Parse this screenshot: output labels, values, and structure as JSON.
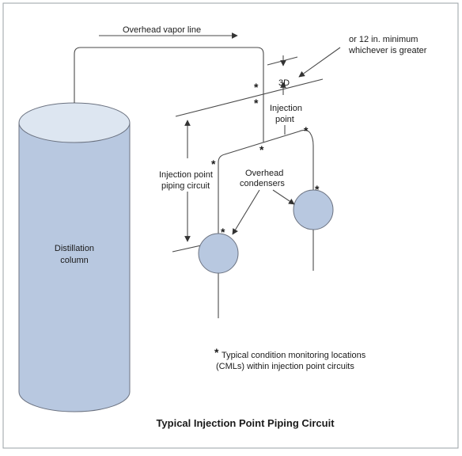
{
  "colors": {
    "vessel_fill": "#b8c8e0",
    "vessel_top": "#dde6f1",
    "vessel_stroke": "#6b7280",
    "line": "#4a4a4a",
    "frame": "#9aa0a6"
  },
  "labels": {
    "overhead_vapor_line": "Overhead vapor line",
    "or_12in_line1": "or 12 in. minimum",
    "or_12in_line2": "whichever is greater",
    "three_d": "3D",
    "injection_point_line1": "Injection",
    "injection_point_line2": "point",
    "injection_circuit_line1": "Injection point",
    "injection_circuit_line2": "piping circuit",
    "overhead_condensers_line1": "Overhead",
    "overhead_condensers_line2": "condensers",
    "distillation_line1": "Distillation",
    "distillation_line2": "column",
    "cml_star": "*",
    "footnote_line1": "Typical condition monitoring locations",
    "footnote_line2": "(CMLs) within injection point circuits"
  },
  "title": "Typical Injection Point Piping Circuit",
  "cml_marker": "*"
}
